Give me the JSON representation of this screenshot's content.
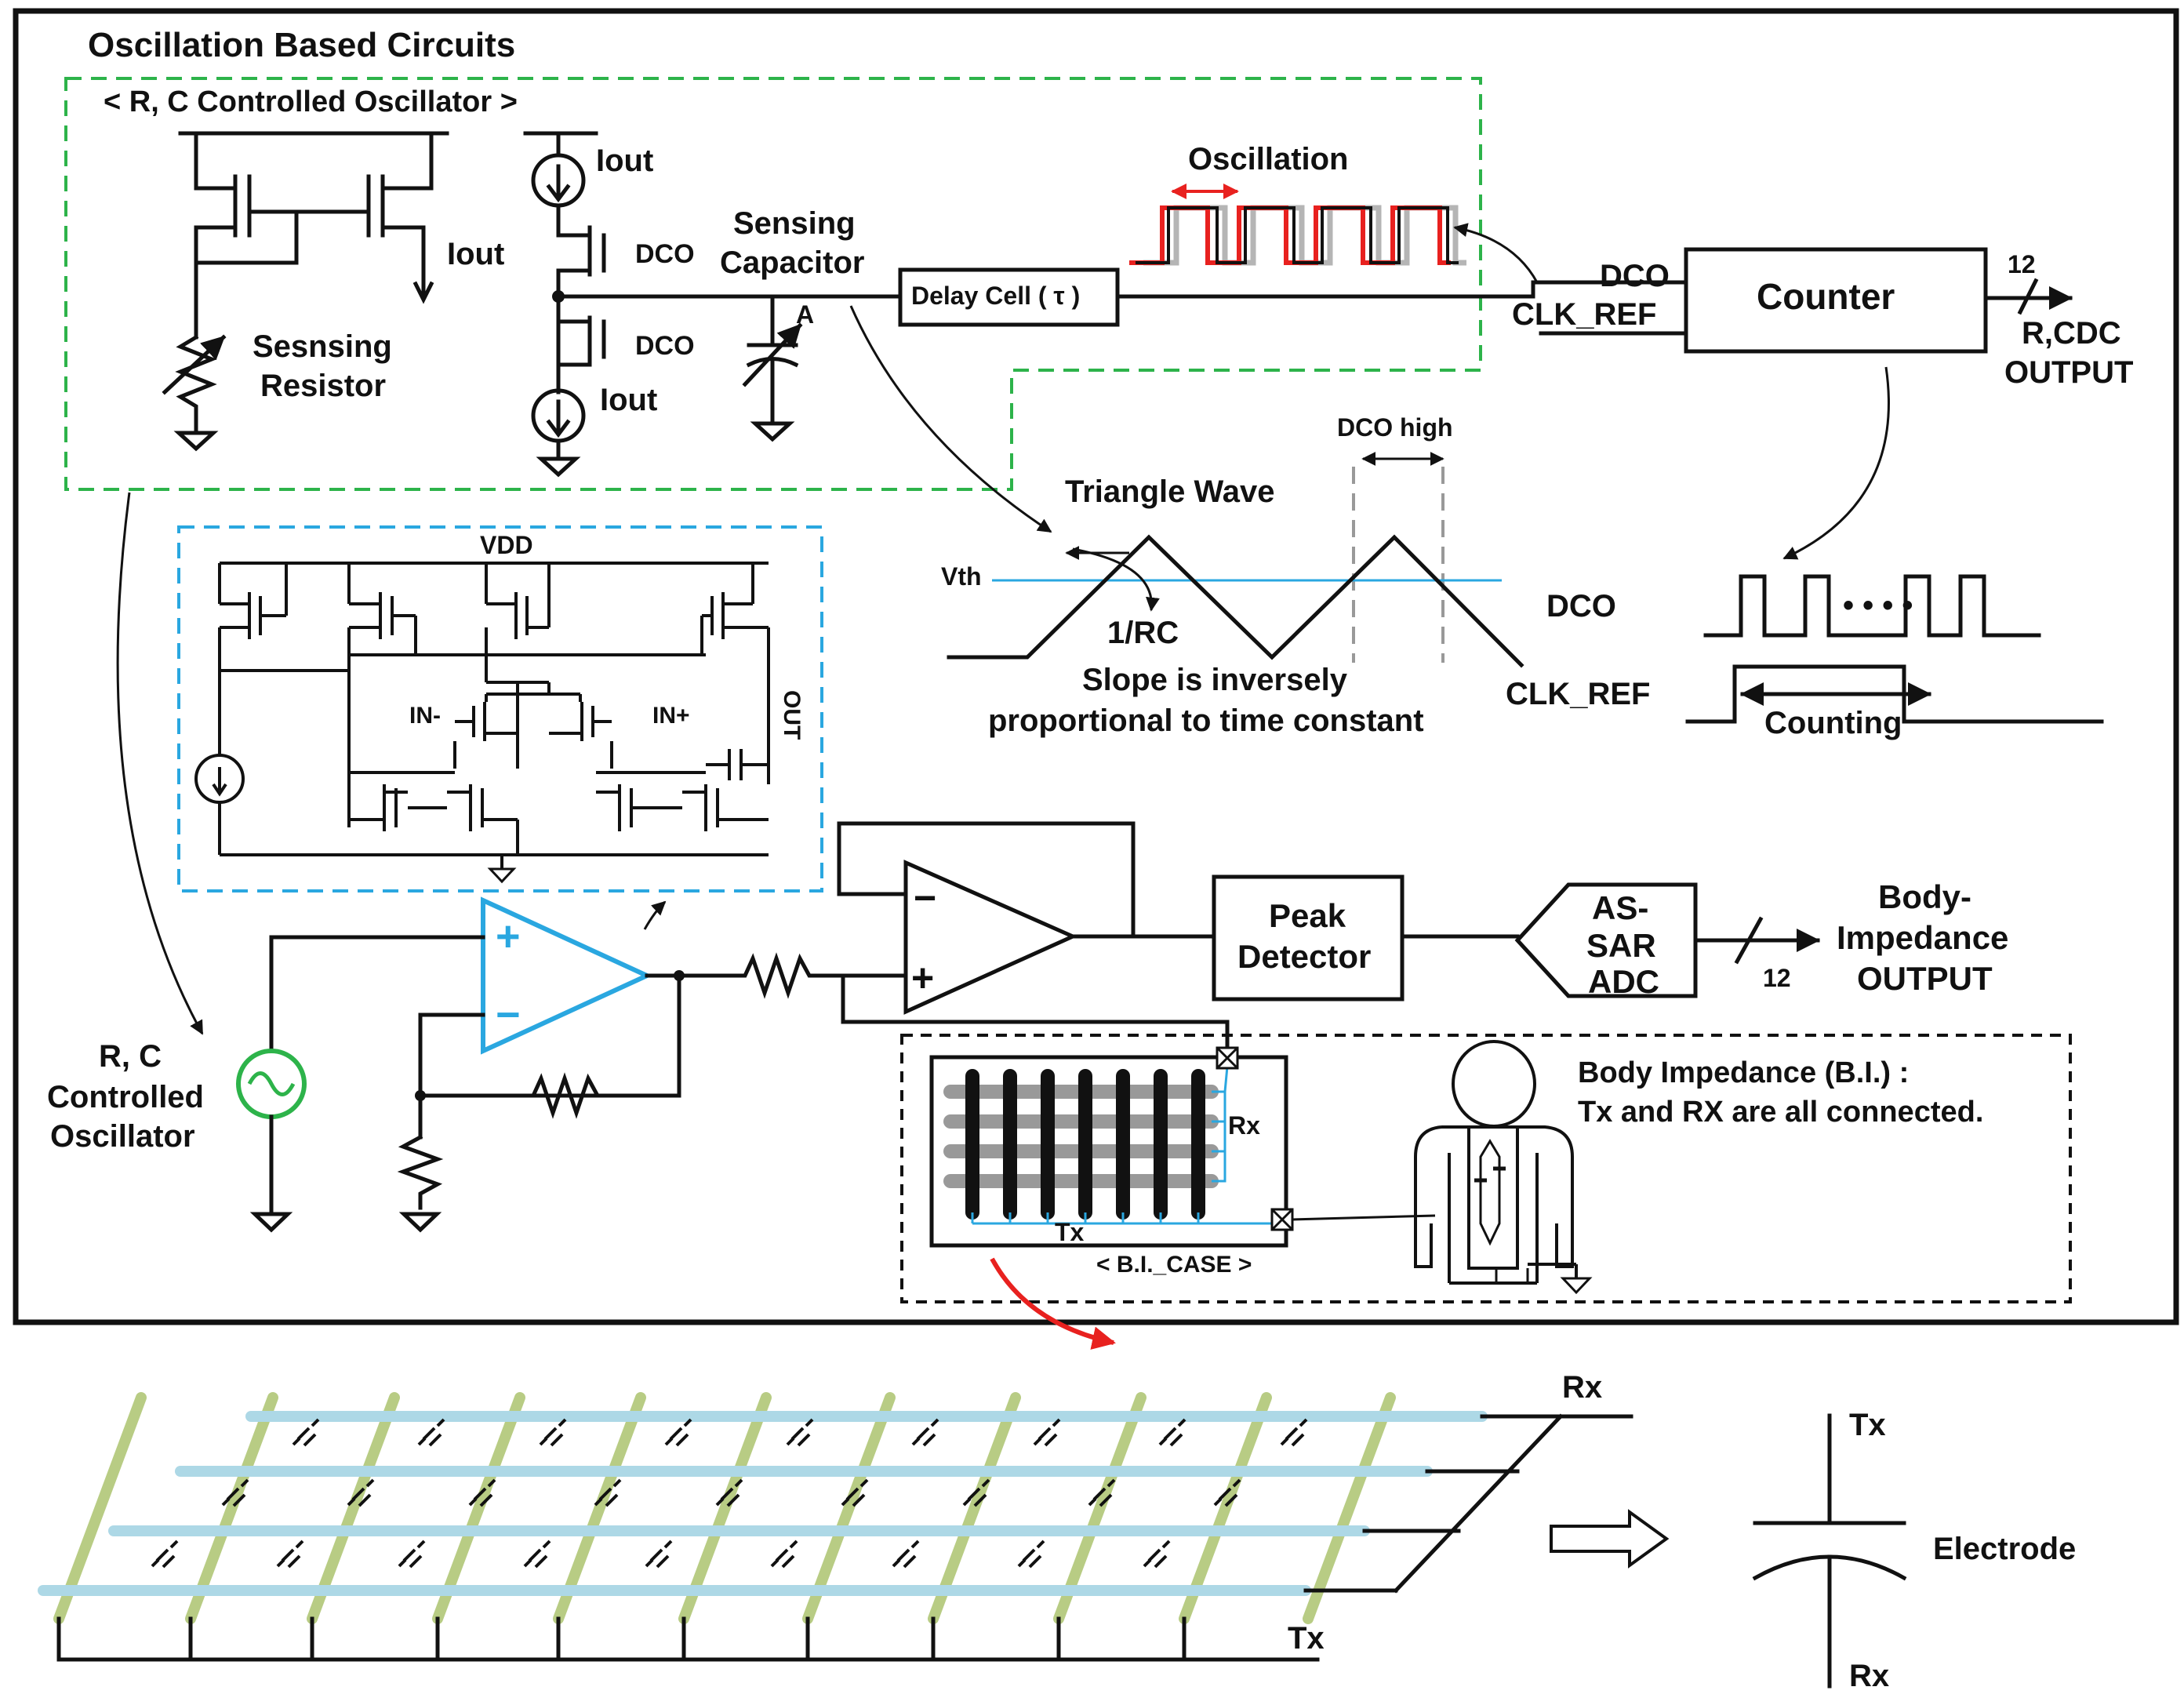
{
  "title": "Oscillation Based Circuits",
  "rc_section": {
    "label": "< R, C Controlled Oscillator >",
    "iout": "Iout",
    "sensing_resistor_line1": "Sesnsing",
    "sensing_resistor_line2": "Resistor",
    "dco": "DCO",
    "sensing_capacitor_line1": "Sensing",
    "sensing_capacitor_line2": "Capacitor",
    "node_a": "A",
    "delay_cell": "Delay Cell ( τ )",
    "oscillation": "Oscillation"
  },
  "counter_section": {
    "dco_in": "DCO",
    "clk_ref_in": "CLK_REF",
    "counter": "Counter",
    "bus_width": "12",
    "output_line1": "R,CDC",
    "output_line2": "OUTPUT",
    "counting": "Counting"
  },
  "waveform_section": {
    "triangle_wave": "Triangle Wave",
    "dco_high": "DCO high",
    "vth": "Vth",
    "one_over_rc": "1/RC",
    "slope_line1": "Slope is inversely",
    "slope_line2": "proportional to time constant",
    "dco": "DCO",
    "clk_ref": "CLK_REF"
  },
  "opamp_section": {
    "vdd": "VDD",
    "in_minus": "IN-",
    "in_plus": "IN+",
    "out": "OUT",
    "plus": "+",
    "minus": "−"
  },
  "signal_chain": {
    "peak_detector_line1": "Peak",
    "peak_detector_line2": "Detector",
    "adc_line1": "AS-",
    "adc_line2": "SAR",
    "adc_line3": "ADC",
    "bus_width": "12",
    "output_line1": "Body-",
    "output_line2": "Impedance",
    "output_line3": "OUTPUT",
    "osc_line1": "R, C",
    "osc_line2": "Controlled",
    "osc_line3": "Oscillator"
  },
  "bi_section": {
    "rx": "Rx",
    "tx": "Tx",
    "case_label": "< B.I._CASE >",
    "note_line1": "Body Impedance (B.I.) :",
    "note_line2": "Tx and RX are all connected."
  },
  "electrode_section": {
    "rx": "Rx",
    "tx": "Tx",
    "cap_tx": "Tx",
    "cap_rx": "Rx",
    "electrode": "Electrode"
  },
  "colors": {
    "green_dashed": "#2db34a",
    "blue_dashed": "#2aa7e0",
    "red_arrow": "#e8211f",
    "rx_line": "#add8e6",
    "tx_line": "#b8cc84"
  }
}
